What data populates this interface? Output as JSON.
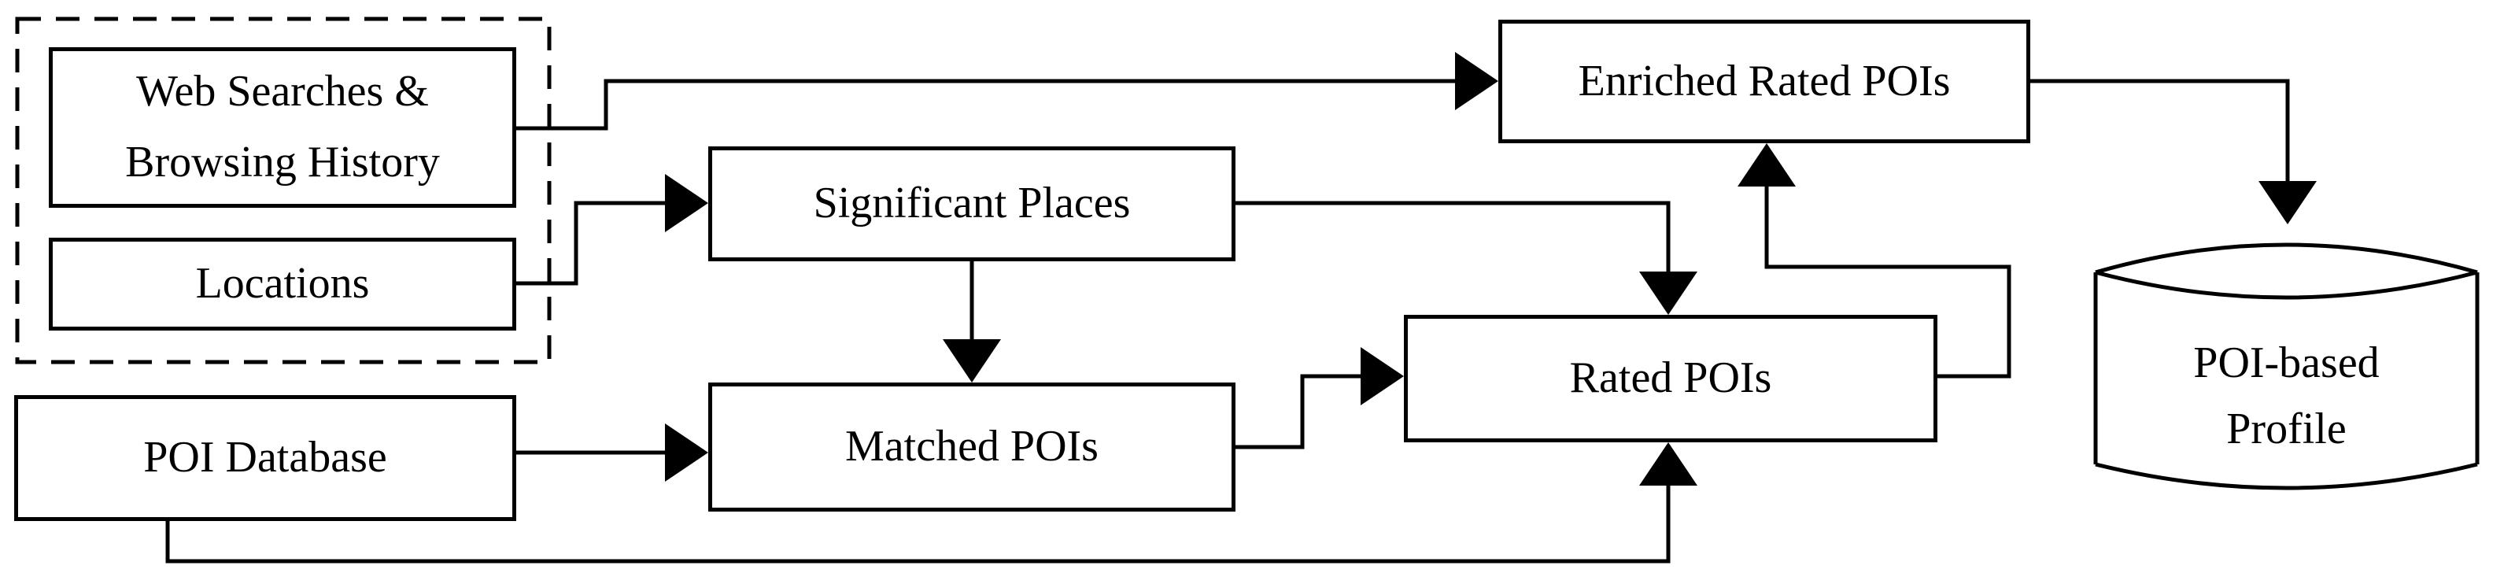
{
  "diagram": {
    "title_hint": "POI-based user profiling data flow",
    "background_color": "#ffffff",
    "stroke_color": "#000000",
    "nodes": {
      "web_history": {
        "line1": "Web Searches &",
        "line2": "Browsing History"
      },
      "locations": {
        "label": "Locations"
      },
      "poi_database": {
        "label": "POI Database"
      },
      "significant_places": {
        "label": "Significant Places"
      },
      "matched_pois": {
        "label": "Matched POIs"
      },
      "rated_pois": {
        "label": "Rated POIs"
      },
      "enriched_rated_pois": {
        "label": "Enriched Rated POIs"
      },
      "poi_based_profile": {
        "line1": "POI-based",
        "line2": "Profile"
      }
    },
    "groups": {
      "dashed_container": {
        "contains": [
          "Web Searches & Browsing History",
          "Locations"
        ]
      }
    },
    "edges": [
      {
        "from": "Web Searches & Browsing History",
        "to": "Enriched Rated POIs"
      },
      {
        "from": "Locations",
        "to": "Significant Places"
      },
      {
        "from": "Significant Places",
        "to": "Matched POIs"
      },
      {
        "from": "Significant Places",
        "to": "Rated POIs"
      },
      {
        "from": "POI Database",
        "to": "Matched POIs"
      },
      {
        "from": "POI Database",
        "to": "Rated POIs"
      },
      {
        "from": "Matched POIs",
        "to": "Rated POIs"
      },
      {
        "from": "Rated POIs",
        "to": "Enriched Rated POIs"
      },
      {
        "from": "Enriched Rated POIs",
        "to": "POI-based Profile"
      }
    ]
  }
}
